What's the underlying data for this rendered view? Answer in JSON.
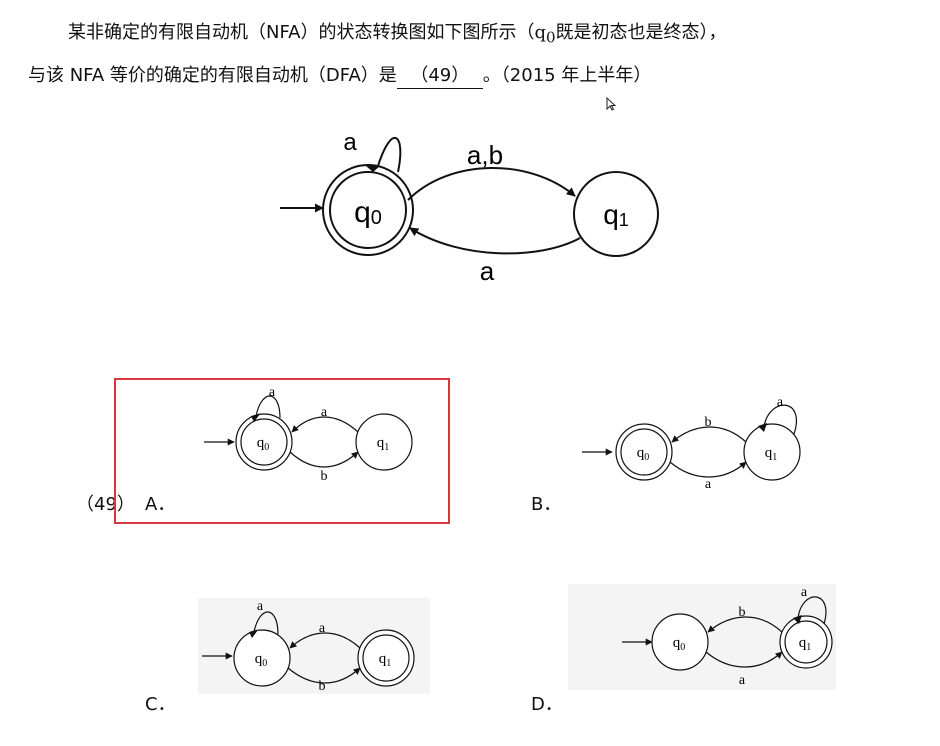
{
  "question": {
    "line1_pre": "某非确定的有限自动机（NFA）的状态转换图如下图所示（",
    "q0_symbol": "q",
    "q0_sub": "0",
    "line1_post": "既是初态也是终态），",
    "line2_pre": "与该 NFA 等价的确定的有限自动机（DFA）是",
    "blank": "（49）",
    "line2_post": "。（2015 年上半年）"
  },
  "main_diagram": {
    "state0": "q",
    "state0_sub": "0",
    "state1": "q",
    "state1_sub": "1",
    "self_loop_label": "a",
    "top_edge_label": "a,b",
    "bottom_edge_label": "a"
  },
  "question_number": "（49）",
  "options": {
    "a": {
      "label": "A．",
      "state_names": [
        "q",
        "q"
      ],
      "state_subs": [
        "0",
        "1"
      ],
      "loop_label": "a",
      "upper_label": "a",
      "lower_label": "b"
    },
    "b": {
      "label": "B．",
      "state_names": [
        "q",
        "q"
      ],
      "state_subs": [
        "0",
        "1"
      ],
      "loop_label": "a",
      "upper_label": "b",
      "lower_label": "a"
    },
    "c": {
      "label": "C．",
      "state_names": [
        "q",
        "q"
      ],
      "state_subs": [
        "0",
        "1"
      ],
      "loop_label": "a",
      "upper_label": "a",
      "lower_label": "b"
    },
    "d": {
      "label": "D．",
      "state_names": [
        "q",
        "q"
      ],
      "state_subs": [
        "0",
        "1"
      ],
      "loop_label": "a",
      "upper_label": "b",
      "lower_label": "a"
    }
  },
  "colors": {
    "highlight": "#d9363e",
    "ink": "#111111",
    "option_bg": "#f4f4f4"
  }
}
